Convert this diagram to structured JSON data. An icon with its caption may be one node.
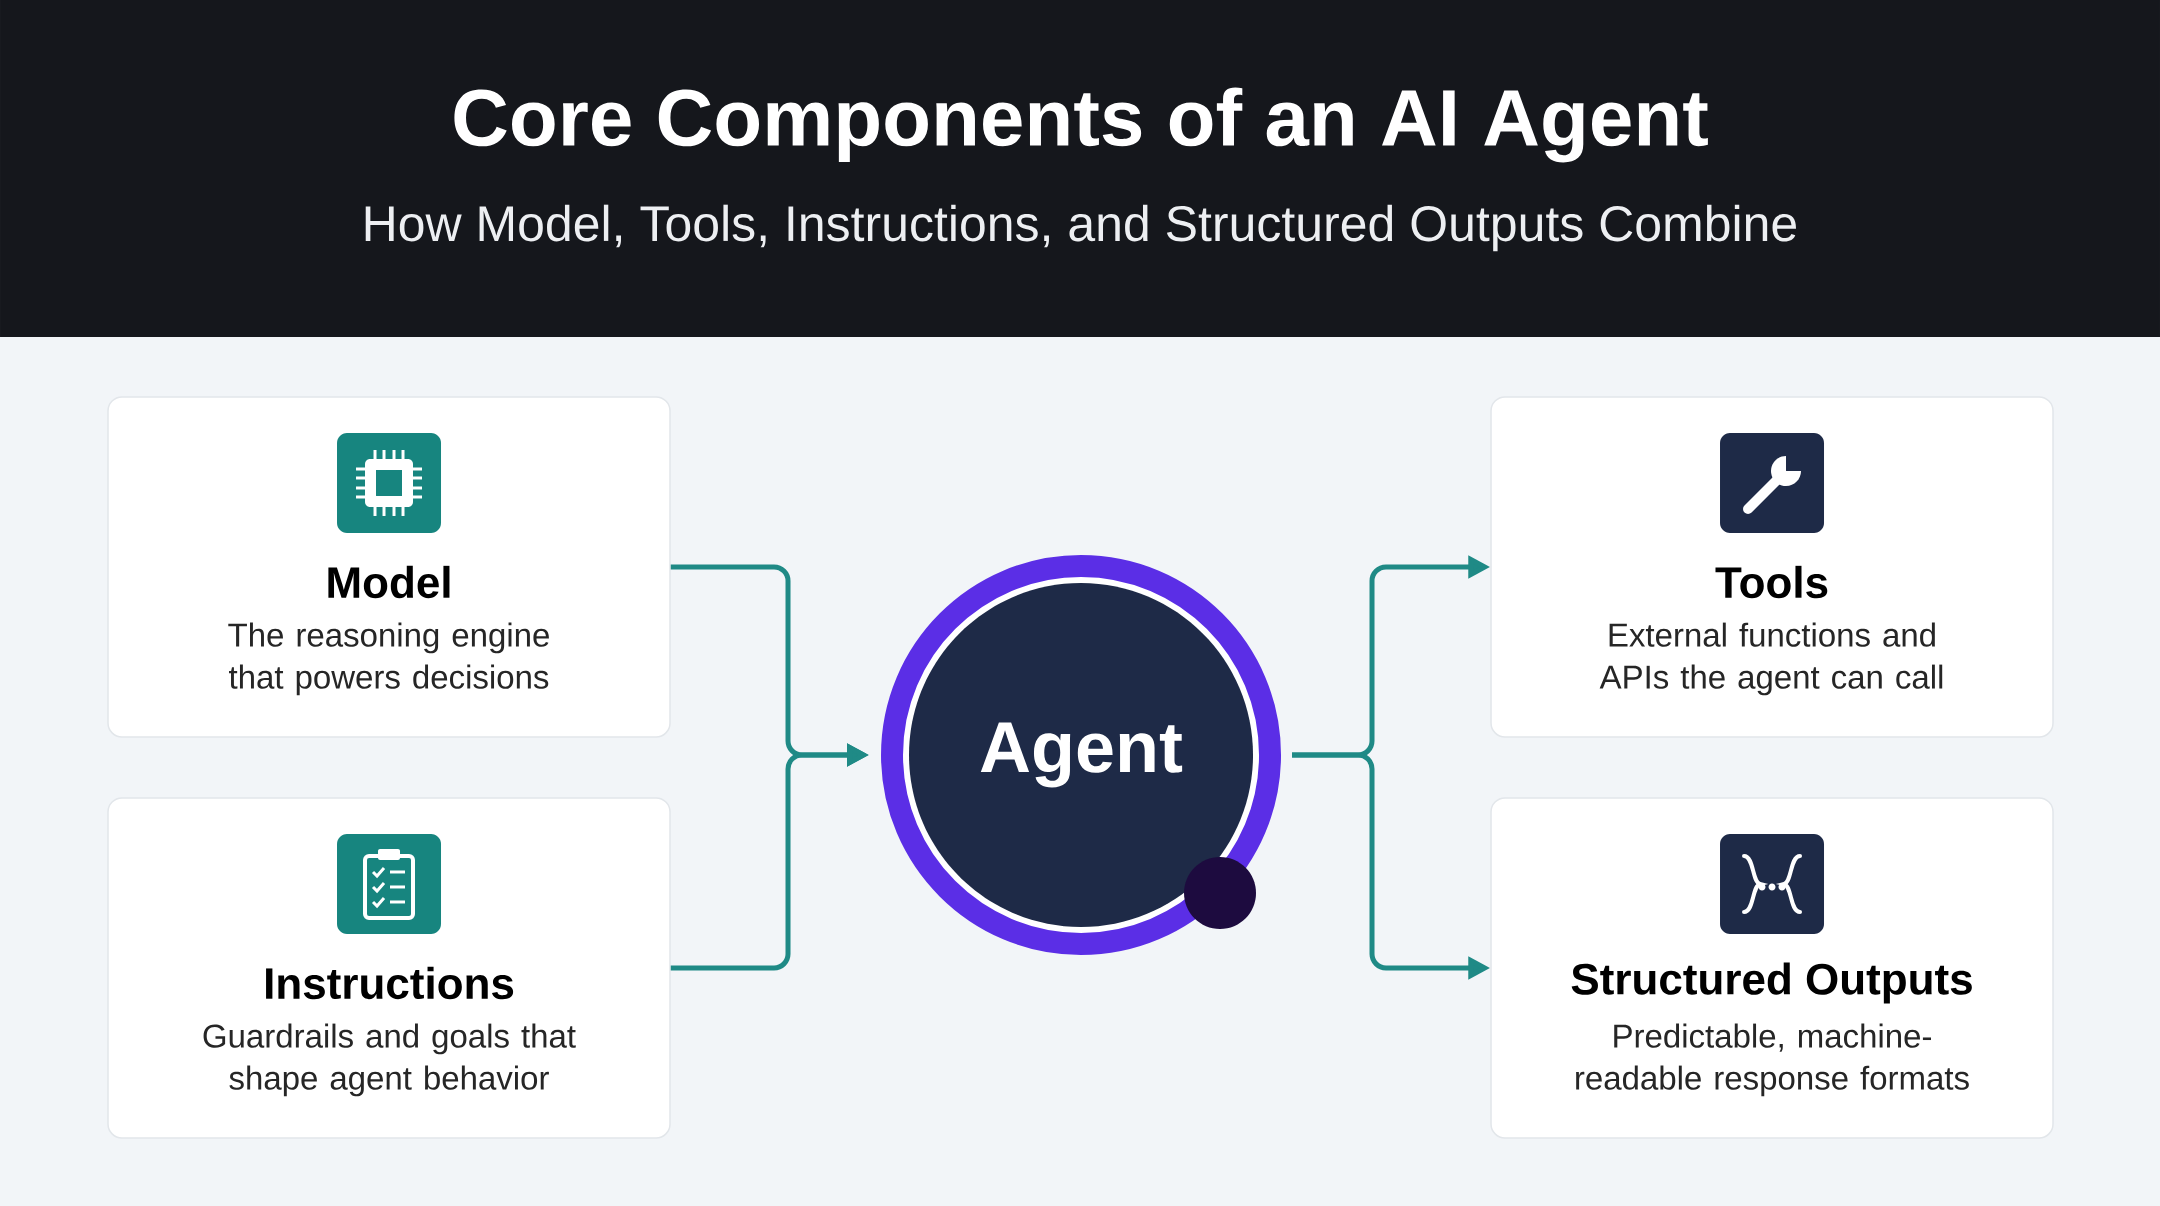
{
  "diagram": {
    "title": "Core Components of an AI Agent",
    "caption": "How Model, Tools, Instructions, and Structured Outputs Combine",
    "nodes": [
      {
        "text": [
          "Model",
          "The reasoning engine that powers decisions"
        ]
      },
      {
        "text": [
          "Instructions",
          "Guardrails and goals that shape agent behavior"
        ]
      },
      {
        "text": [
          "Agent"
        ]
      },
      {
        "text": [
          "Tools",
          "External functions and APIs the agent can call"
        ]
      },
      {
        "text": [
          "Structured Outputs",
          "Predictable, machine-readable response formats"
        ]
      }
    ],
    "edges": [
      {
        "from": 0,
        "to": 2,
        "arrow": "to"
      },
      {
        "from": 1,
        "to": 2,
        "arrow": "to"
      },
      {
        "from": 2,
        "to": 3,
        "arrow": "to"
      },
      {
        "from": 2,
        "to": 4,
        "arrow": "to"
      }
    ]
  }
}
